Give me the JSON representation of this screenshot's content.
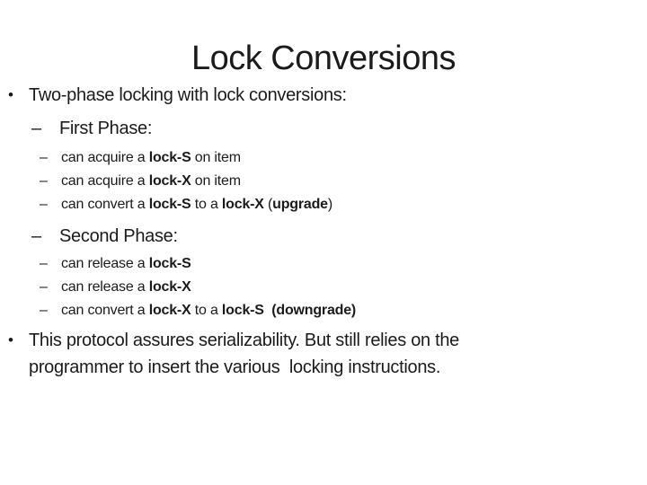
{
  "colors": {
    "background": "#ffffff",
    "text": "#1b1b1b"
  },
  "markers": {
    "level1_bullet": "•",
    "level2_dash": "–",
    "level3_dash": "–"
  },
  "slide": {
    "title": "Lock Conversions",
    "bullet1": "Two-phase locking with lock conversions:",
    "first_phase": {
      "heading": "First Phase:",
      "items": [
        [
          {
            "t": "can acquire a ",
            "b": false
          },
          {
            "t": "lock-S",
            "b": true
          },
          {
            "t": " on item",
            "b": false
          }
        ],
        [
          {
            "t": "can acquire a ",
            "b": false
          },
          {
            "t": "lock-X",
            "b": true
          },
          {
            "t": " on item",
            "b": false
          }
        ],
        [
          {
            "t": "can convert a ",
            "b": false
          },
          {
            "t": "lock-S",
            "b": true
          },
          {
            "t": " to a ",
            "b": false
          },
          {
            "t": "lock-X",
            "b": true
          },
          {
            "t": " (",
            "b": false
          },
          {
            "t": "upgrade",
            "b": true
          },
          {
            "t": ")",
            "b": false
          }
        ]
      ]
    },
    "second_phase": {
      "heading": "Second Phase:",
      "items": [
        [
          {
            "t": "can release a ",
            "b": false
          },
          {
            "t": "lock-S",
            "b": true
          }
        ],
        [
          {
            "t": "can release a ",
            "b": false
          },
          {
            "t": "lock-X",
            "b": true
          }
        ],
        [
          {
            "t": "can convert a ",
            "b": false
          },
          {
            "t": "lock-X",
            "b": true
          },
          {
            "t": " to a ",
            "b": false
          },
          {
            "t": "lock-S",
            "b": true
          },
          {
            "t": "  ",
            "b": false
          },
          {
            "t": "(downgrade)",
            "b": true
          }
        ]
      ]
    },
    "bullet2": {
      "lines": [
        "This protocol assures serializability. But still relies on the",
        "programmer to insert the various  locking instructions."
      ]
    }
  }
}
